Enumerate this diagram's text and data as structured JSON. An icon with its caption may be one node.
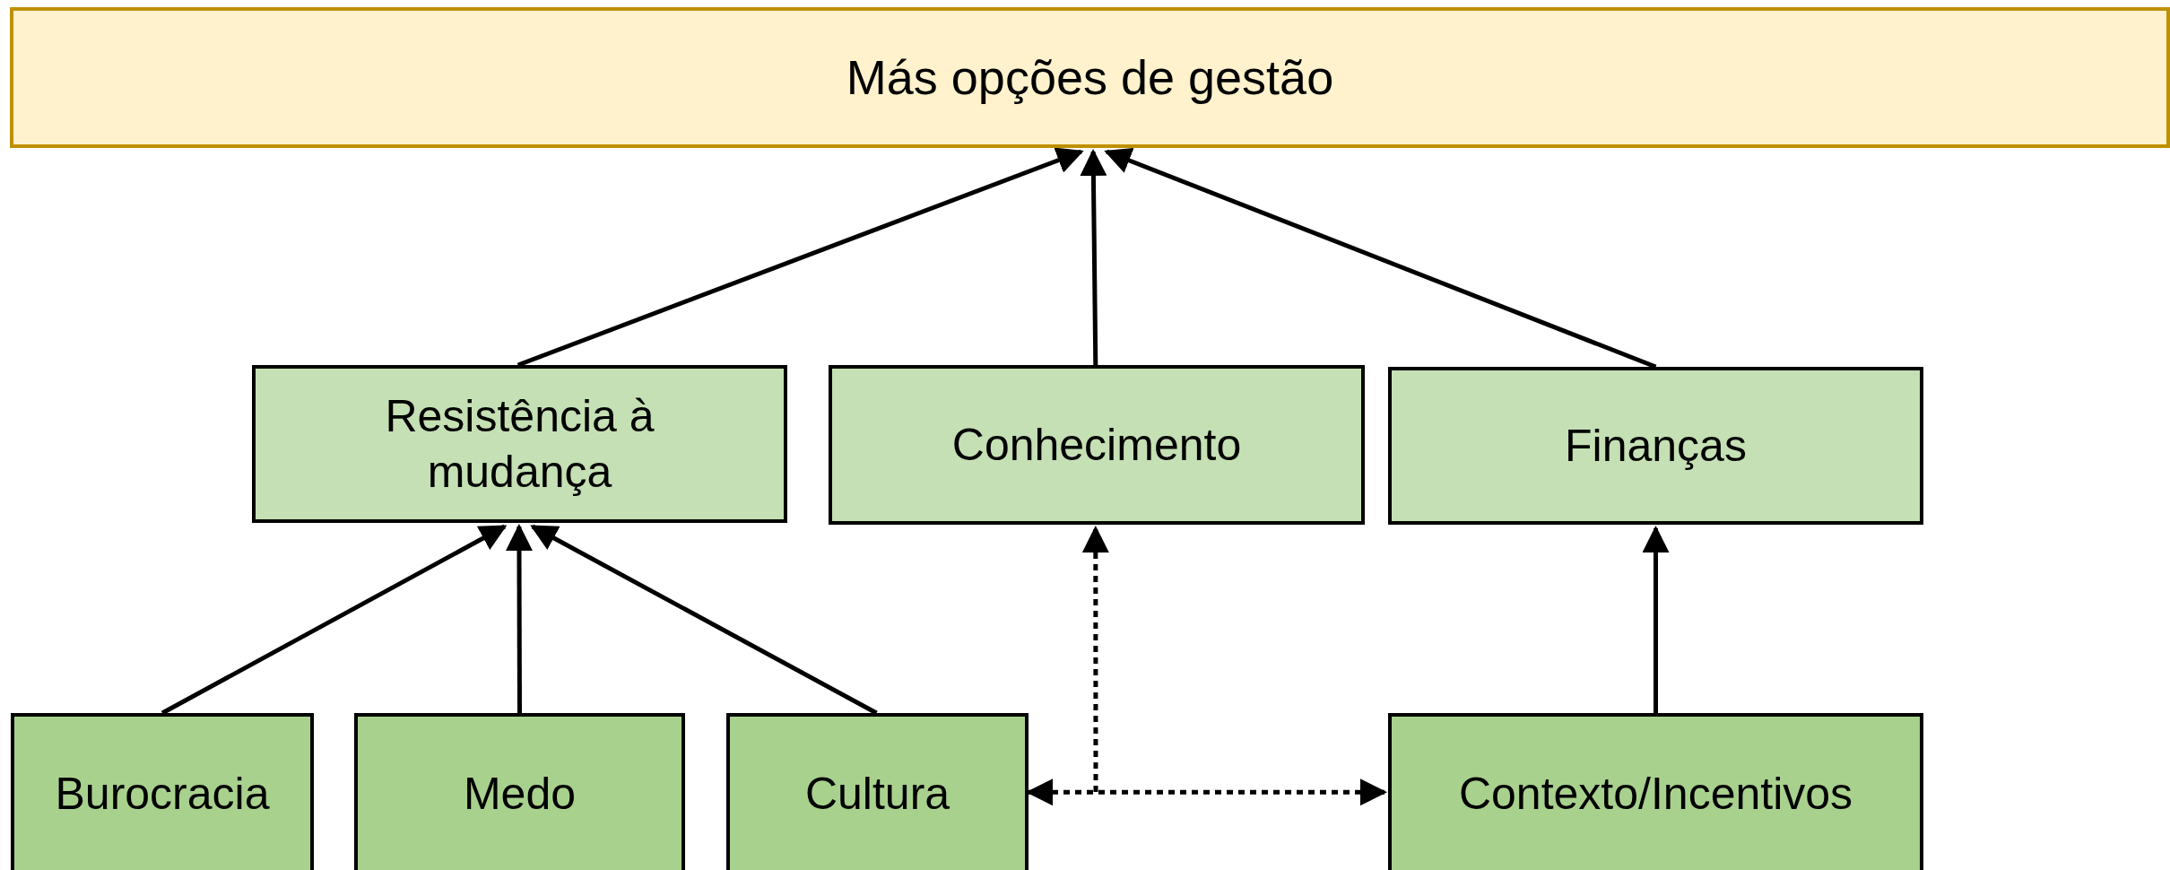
{
  "diagram": {
    "nodes": [
      {
        "text": [
          "Más opções de gestão"
        ]
      },
      {
        "text": [
          "Resistência à mudança"
        ]
      },
      {
        "text": [
          "Conhecimento"
        ]
      },
      {
        "text": [
          "Finanças"
        ]
      },
      {
        "text": [
          "Burocracia"
        ]
      },
      {
        "text": [
          "Medo"
        ]
      },
      {
        "text": [
          "Cultura"
        ]
      },
      {
        "text": [
          "Contexto/Incentivos"
        ]
      }
    ],
    "edges": [
      {
        "from": 1,
        "to": 0,
        "arrow": "to"
      },
      {
        "from": 2,
        "to": 0,
        "arrow": "to"
      },
      {
        "from": 3,
        "to": 0,
        "arrow": "to"
      },
      {
        "from": 4,
        "to": 1,
        "arrow": "to"
      },
      {
        "from": 5,
        "to": 1,
        "arrow": "to"
      },
      {
        "from": 6,
        "to": 1,
        "arrow": "to"
      },
      {
        "from": 7,
        "to": 3,
        "arrow": "to"
      },
      {
        "from": 6,
        "to": 7,
        "arrow": "both",
        "style": "dashed"
      },
      {
        "from": null,
        "to": 2,
        "arrow": "to",
        "style": "dashed"
      }
    ]
  }
}
